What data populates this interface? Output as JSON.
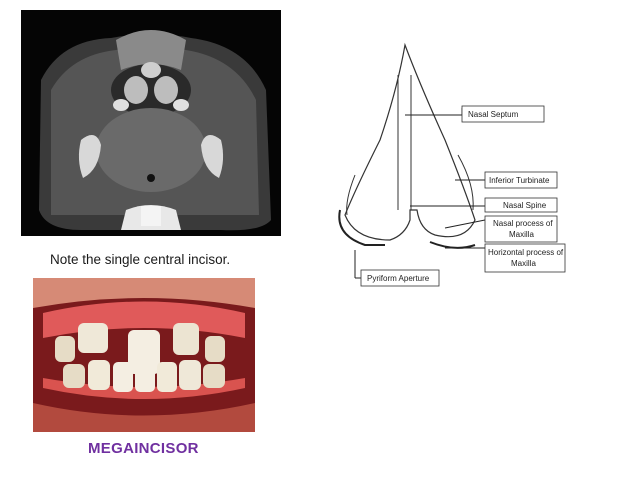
{
  "caption": "Note the single central incisor.",
  "title": "MEGAINCISOR",
  "diagram": {
    "labels": {
      "nasal_septum": "Nasal Septum",
      "inferior_turbinate": "Inferior Turbinate",
      "nasal_spine": "Nasal Spine",
      "nasal_process_1": "Nasal process of",
      "nasal_process_2": "Maxilla",
      "horizontal_process_1": "Horizontal process of",
      "horizontal_process_2": "Maxilla",
      "pyriform_aperture": "Pyriform Aperture"
    }
  },
  "colors": {
    "title": "#7030a0",
    "ct_background": "#000000",
    "gum": "#c0262c"
  }
}
